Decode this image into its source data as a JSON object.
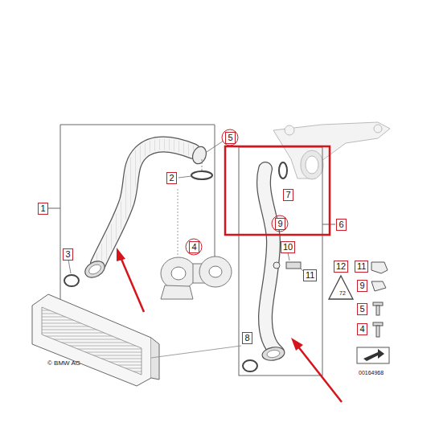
{
  "diagram": {
    "labels": [
      "5",
      "2",
      "7",
      "1",
      "6",
      "9",
      "4",
      "3",
      "10",
      "12",
      "11",
      "11",
      "9",
      "5",
      "4",
      "8",
      "72",
      "© BMW AG",
      "00164968"
    ]
  }
}
